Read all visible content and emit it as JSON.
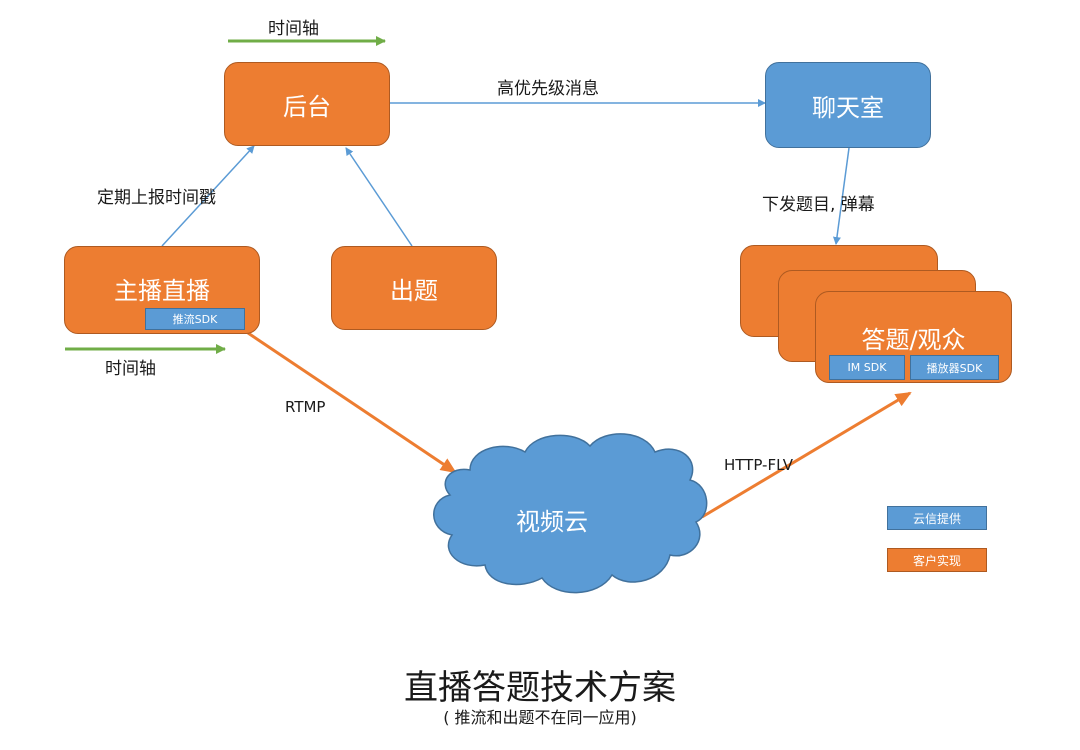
{
  "nodes": {
    "backend": "后台",
    "chatroom": "聊天室",
    "streamer": "主播直播",
    "question": "出题",
    "audience": "答题/观众",
    "video_cloud": "视频云"
  },
  "sdks": {
    "push": "推流SDK",
    "im": "IM SDK",
    "player": "播放器SDK"
  },
  "edges": {
    "high_priority": "高优先级消息",
    "report_timestamp": "定期上报时间戳",
    "deliver": "下发题目, 弹幕",
    "rtmp": "RTMP",
    "http_flv": "HTTP-FLV"
  },
  "timeline": {
    "top": "时间轴",
    "bottom": "时间轴"
  },
  "legend": {
    "provided": {
      "label": "云信提供",
      "color": "#5b9bd5"
    },
    "customer": {
      "label": "客户实现",
      "color": "#ed7d31"
    }
  },
  "colors": {
    "orange": "#ed7d31",
    "blue": "#5b9bd5",
    "green": "#70ad47",
    "line_blue": "#5b9bd5"
  },
  "title": {
    "main": "直播答题技术方案",
    "sub": "( 推流和出题不在同一应用)"
  }
}
